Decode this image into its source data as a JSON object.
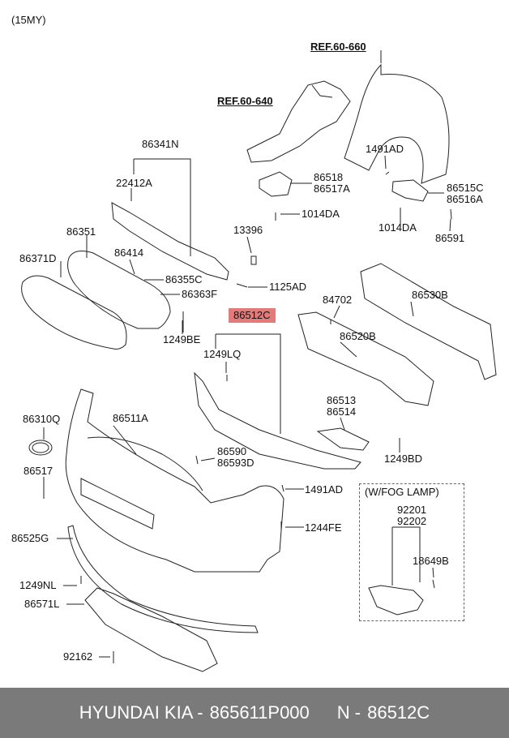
{
  "model_year": "(15MY)",
  "refs": [
    "REF.60-660",
    "REF.60-640"
  ],
  "fog_lamp_title": "(W/FOG LAMP)",
  "highlight_color": "#e37b7b",
  "parts": {
    "p86341N": "86341N",
    "p22412A": "22412A",
    "p86351": "86351",
    "p86414": "86414",
    "p86371D": "86371D",
    "p86355C": "86355C",
    "p86363F": "86363F",
    "p1249BE": "1249BE",
    "p13396": "13396",
    "p1125AD": "1125AD",
    "p86518": "86518",
    "p86517A": "86517A",
    "p1014DA_a": "1014DA",
    "p1491AD_a": "1491AD",
    "p86515C": "86515C",
    "p86516A": "86516A",
    "p1014DA_b": "1014DA",
    "p86591": "86591",
    "p86512C": "86512C",
    "p84702": "84702",
    "p86530B": "86530B",
    "p86520B": "86520B",
    "p1249LQ": "1249LQ",
    "p86513": "86513",
    "p86514": "86514",
    "p1249BD": "1249BD",
    "p86310Q": "86310Q",
    "p86511A": "86511A",
    "p86590": "86590",
    "p86593D": "86593D",
    "p86517": "86517",
    "p1491AD_b": "1491AD",
    "p1244FE": "1244FE",
    "p86525G": "86525G",
    "p1249NL": "1249NL",
    "p86571L": "86571L",
    "p92162": "92162",
    "p92201": "92201",
    "p92202": "92202",
    "p18649B": "18649B"
  },
  "footer": {
    "brand": "HYUNDAI KIA -",
    "part_number": "865611P000",
    "ref_prefix": "N -",
    "ref_number": "86512C"
  }
}
